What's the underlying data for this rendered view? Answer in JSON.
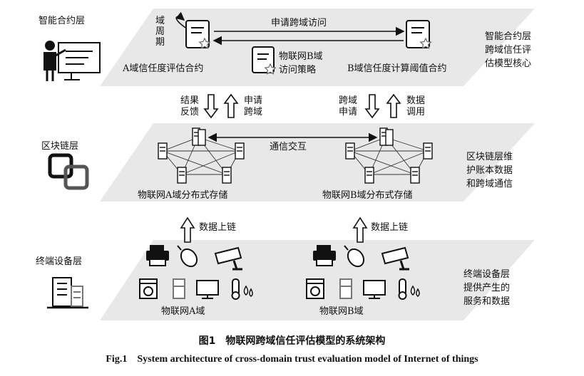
{
  "layers": {
    "contract": {
      "name": "智能合约层",
      "desc": "智能合约层跨域信任评估模型核心",
      "cycle": "域周期",
      "request": "申请跨域访问",
      "contract_a": "A域信任度评估合约",
      "policy": "物联网B域访问策略",
      "contract_b": "B域信任度计算阈值合约"
    },
    "chain": {
      "name": "区块链层",
      "desc": "区块链层维护账本数据和跨域通信",
      "comm": "通信交互",
      "storage_a": "物联网A域分布式存储",
      "storage_b": "物联网B域分布式存储"
    },
    "device": {
      "name": "终端设备层",
      "desc": "终端设备层提供产生的服务和数据",
      "domain_a": "物联网A域",
      "domain_b": "物联网B域"
    }
  },
  "arrows": {
    "left_down": "结果反馈",
    "left_up": "申请跨域",
    "right_down": "跨域申请",
    "right_up": "数据调用",
    "upload_a": "数据上链",
    "upload_b": "数据上链"
  },
  "caption": {
    "cn": "图1　物联网跨域信任评估模型的系统架构",
    "en_label": "Fig.1",
    "en_text": "System architecture of cross-domain trust evaluation model of Internet of things"
  }
}
